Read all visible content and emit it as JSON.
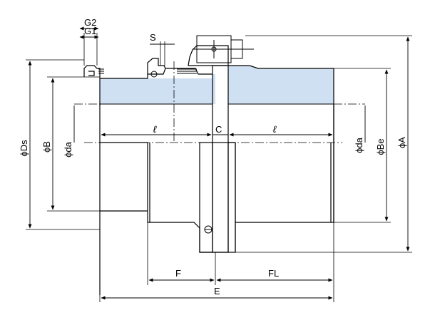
{
  "diagram": {
    "colors": {
      "line": "#000000",
      "hub_fill": "#cfe0f2",
      "background": "#ffffff"
    },
    "labels": {
      "g2": "G2",
      "g1": "G1",
      "s": "S",
      "phi_ds": "ϕDs",
      "phi_b": "ϕB",
      "phi_da_left": "ϕda",
      "ell_left": "ℓ",
      "c": "C",
      "ell_right": "ℓ",
      "phi_da_right": "ϕda",
      "phi_be": "ϕBe",
      "phi_a": "ϕA",
      "f": "F",
      "fl": "FL",
      "e": "E"
    }
  }
}
